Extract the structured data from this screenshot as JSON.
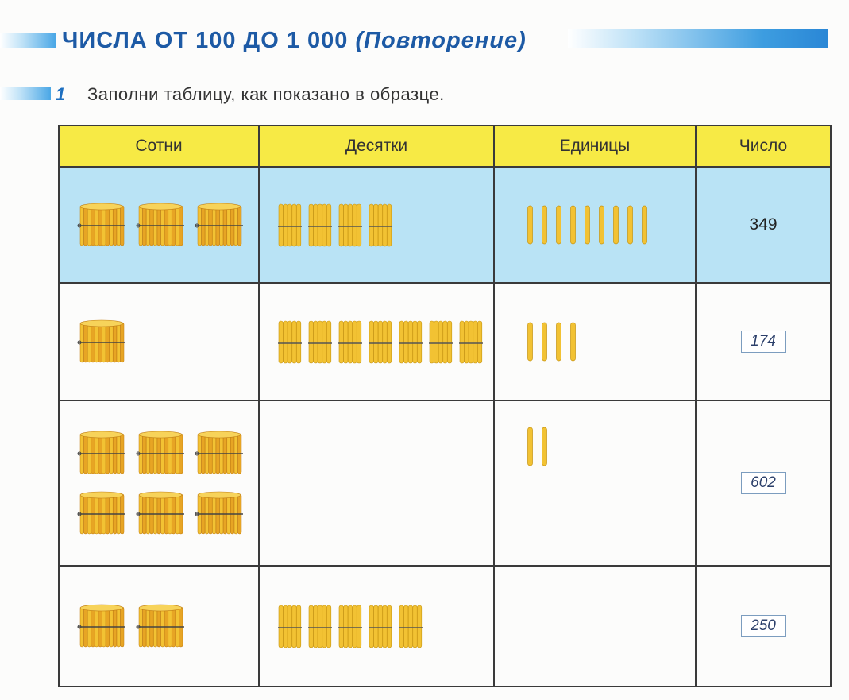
{
  "header": {
    "title": "ЧИСЛА  ОТ  100  ДО  1 000",
    "subtitle": "(Повторение)"
  },
  "task": {
    "number": "1",
    "text": "Заполни таблицу, как показано в образце."
  },
  "table": {
    "columns": [
      "Сотни",
      "Десятки",
      "Единицы",
      "Число"
    ],
    "rows": [
      {
        "hundreds": 3,
        "tens": 4,
        "units": 9,
        "number": "349",
        "sample": true
      },
      {
        "hundreds": 1,
        "tens": 7,
        "units": 4,
        "number": "174",
        "sample": false
      },
      {
        "hundreds": 6,
        "tens": 0,
        "units": 2,
        "number": "602",
        "sample": false
      },
      {
        "hundreds": 2,
        "tens": 5,
        "units": 0,
        "number": "250",
        "sample": false
      }
    ]
  },
  "icons": {
    "hundred": "bundle-of-hundred-sticks-icon",
    "ten": "bundle-of-ten-sticks-icon",
    "unit": "single-stick-icon"
  },
  "colors": {
    "header_fill": "#f7ea45",
    "sample_row": "#b9e3f5",
    "stick": "#f2c233",
    "title": "#1d5aa5"
  }
}
